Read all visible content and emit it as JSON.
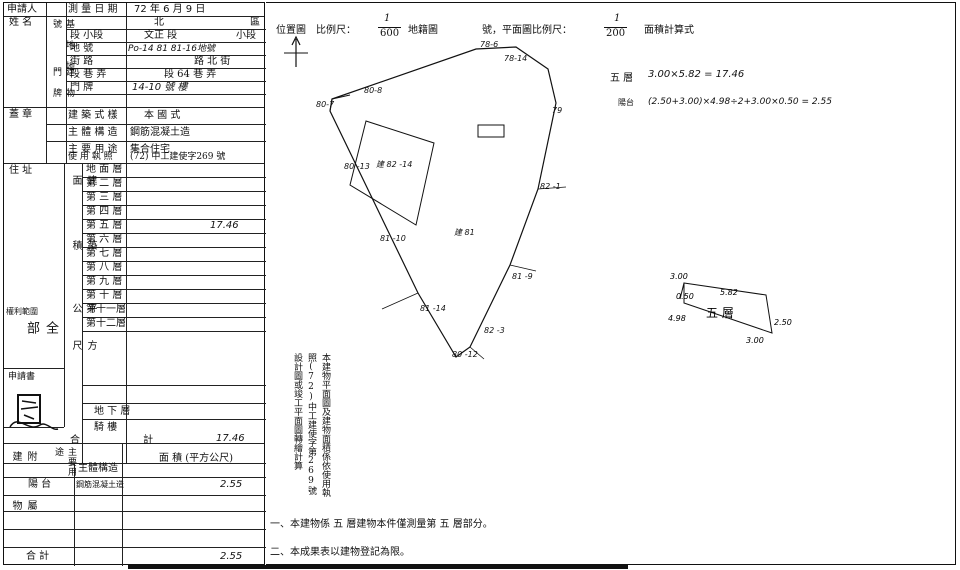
{
  "form": {
    "applicant_label": "申請人",
    "name_label": "姓 名",
    "survey_date_label": "測 量 日 期",
    "survey_date": "72 年 6 月 9 日",
    "location_label": "基 地 地 號",
    "district_label": "區",
    "district_value": "北",
    "section_label": "段 小段",
    "section_value": "文正 段",
    "small_section_suffix": "小段",
    "lot_label": "地 號",
    "lot_value": "Po-14 81 81-16地號",
    "building_label": "建 物 門 牌",
    "street_label": "街 路",
    "street_value": "路 北 街",
    "lane_label": "段 巷 弄",
    "lane_value": "段 64 巷 弄",
    "door_label": "門 牌",
    "door_value": "14-10 號 樓",
    "seal_label": "蓋 章",
    "style_label": "建 築 式 樣",
    "style_value": "本 國 式",
    "structure_label": "主 體 構 造",
    "structure_value": "鋼筋混凝土造",
    "use_label": "主 要 用 途",
    "use_value": "集合住宅",
    "license_label": "使 用 執 照",
    "license_value": "(72) 中工建使字269 號",
    "address_label": "住 址",
    "floors_header": "建 築 面 積",
    "floors": [
      {
        "label": "地 面 層",
        "value": ""
      },
      {
        "label": "第 二 層",
        "value": ""
      },
      {
        "label": "第 三 層",
        "value": ""
      },
      {
        "label": "第 四 層",
        "value": ""
      },
      {
        "label": "第 五 層",
        "value": "17.46"
      },
      {
        "label": "第 六 層",
        "value": ""
      },
      {
        "label": "第 七 層",
        "value": ""
      },
      {
        "label": "第 八 層",
        "value": ""
      },
      {
        "label": "第 九 層",
        "value": ""
      },
      {
        "label": "第 十 層",
        "value": ""
      },
      {
        "label": "第十一層",
        "value": ""
      },
      {
        "label": "第十二層",
        "value": ""
      }
    ],
    "unit_label": "平 方 公 尺",
    "owner_label": "權利範圍",
    "owner_value": "全 部",
    "applicant_book_label": "申請書",
    "basement_label": "地 下 層",
    "arcade_label": "騎 樓",
    "total_label": "合 計",
    "total_value": "17.46",
    "annex_label": "附 屬 建 物",
    "annex_use_label": "主要用途",
    "annex_structure_label": "主體構造",
    "annex_area_label": "面 積 (平方公尺)",
    "annex_rows": [
      {
        "use": "陽 台",
        "structure": "鋼筋混凝土造",
        "area": "2.55"
      }
    ],
    "annex_total_label": "合 計",
    "annex_total_value": "2.55"
  },
  "sketch": {
    "location_map_label": "位置圖",
    "scale_label_1": "比例尺：",
    "scale_num_1": "1",
    "scale_den_1": "600",
    "map_label": "地籍圖",
    "plan_label": "號，平面圖比例尺：",
    "scale_num_2": "1",
    "scale_den_2": "200",
    "area_calc_label": "面積計算式",
    "calc_floor_label": "五 層",
    "calc_floor_formula": "3.00×5.82 = 17.46",
    "calc_balcony_label": "陽台",
    "calc_balcony_formula": "(2.50+3.00)×4.98÷2+3.00×0.50 = 2.55",
    "parcel_labels": [
      "78-6",
      "78-14",
      "80-7",
      "80-8",
      "79",
      "80 -13",
      "建 82 -14",
      "82 -1",
      "建 81",
      "81 -10",
      "81 -9",
      "82 -3",
      "80 -12",
      "81 -14"
    ],
    "floor_plan_label": "五 層",
    "dims": [
      "5.82",
      "3.00",
      "0.50",
      "4.98",
      "2.50",
      "3.00"
    ],
    "vertical_note": "本建物平面圖及建物面積係依使用執照(72)中工建使字第269號設計圖或竣工平面圖轉繪計算",
    "note_1": "一、本建物係 五 層建物本件僅測量第 五 層部分。",
    "note_2": "二、本成果表以建物登記為限。"
  }
}
